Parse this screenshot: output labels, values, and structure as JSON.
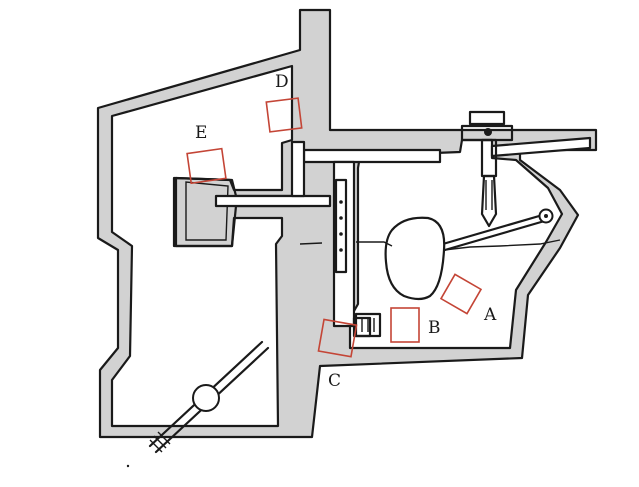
{
  "diagram": {
    "labels": {
      "a": "A",
      "b": "B",
      "c": "C",
      "d": "D",
      "e": "E"
    },
    "colors": {
      "outline": "#1a1a1a",
      "wall_fill": "#d2d2d2",
      "marker": "#c44536",
      "background": "#ffffff"
    }
  }
}
